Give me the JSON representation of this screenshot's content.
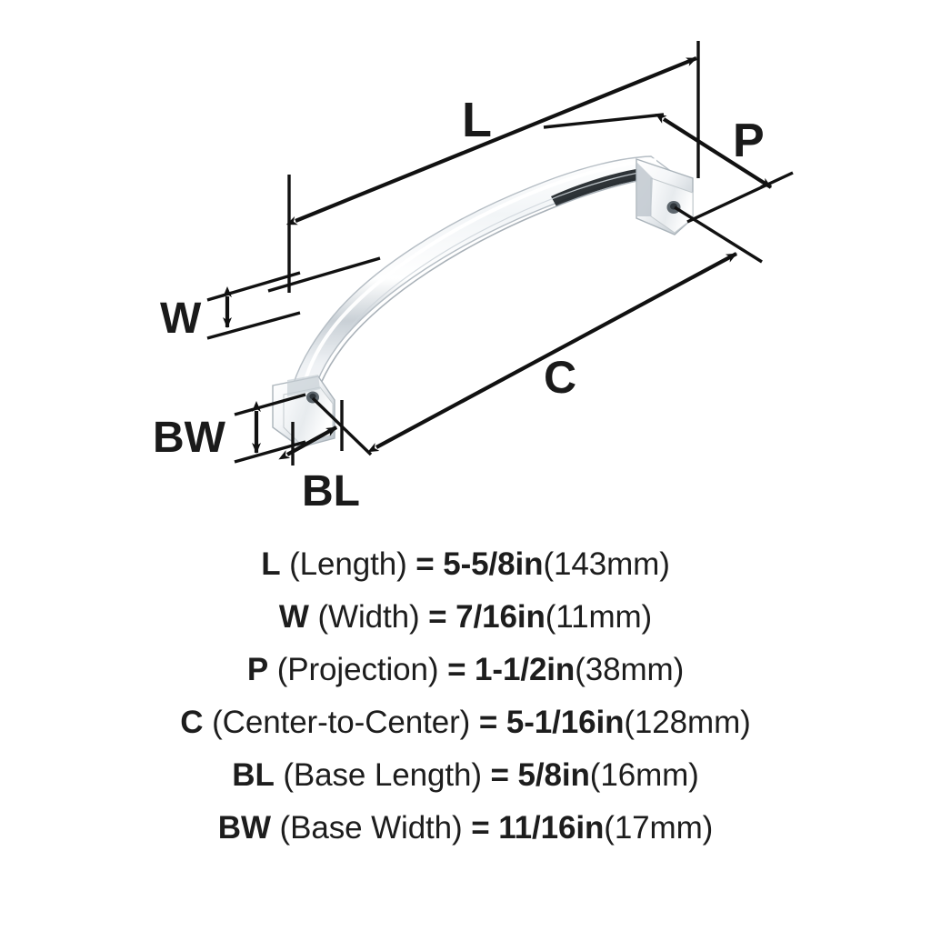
{
  "diagram": {
    "title": "Cabinet pull handle dimension diagram",
    "product": "arched-cabinet-pull-chrome",
    "colors": {
      "line": "#111111",
      "background": "#ffffff",
      "metal_light": "#ffffff",
      "metal_mid": "#d8dde2",
      "metal_shadow": "#9aa3ab",
      "metal_highlight": "#1c2226"
    },
    "callouts": [
      {
        "key": "L",
        "label": "L"
      },
      {
        "key": "W",
        "label": "W"
      },
      {
        "key": "P",
        "label": "P"
      },
      {
        "key": "C",
        "label": "C"
      },
      {
        "key": "BL",
        "label": "BL"
      },
      {
        "key": "BW",
        "label": "BW"
      }
    ]
  },
  "specs": [
    {
      "code": "L",
      "name": "(Length)",
      "eq": "=",
      "imperial": "5-5/8in",
      "metric": "(143mm)"
    },
    {
      "code": "W",
      "name": "(Width)",
      "eq": "=",
      "imperial": "7/16in",
      "metric": "(11mm)"
    },
    {
      "code": "P",
      "name": "(Projection)",
      "eq": "=",
      "imperial": "1-1/2in",
      "metric": "(38mm)"
    },
    {
      "code": "C",
      "name": "(Center-to-Center)",
      "eq": "=",
      "imperial": "5-1/16in",
      "metric": "(128mm)"
    },
    {
      "code": "BL",
      "name": "(Base Length)",
      "eq": "=",
      "imperial": "5/8in",
      "metric": "(16mm)"
    },
    {
      "code": "BW",
      "name": "(Base Width)",
      "eq": "=",
      "imperial": "11/16in",
      "metric": "(17mm)"
    }
  ]
}
